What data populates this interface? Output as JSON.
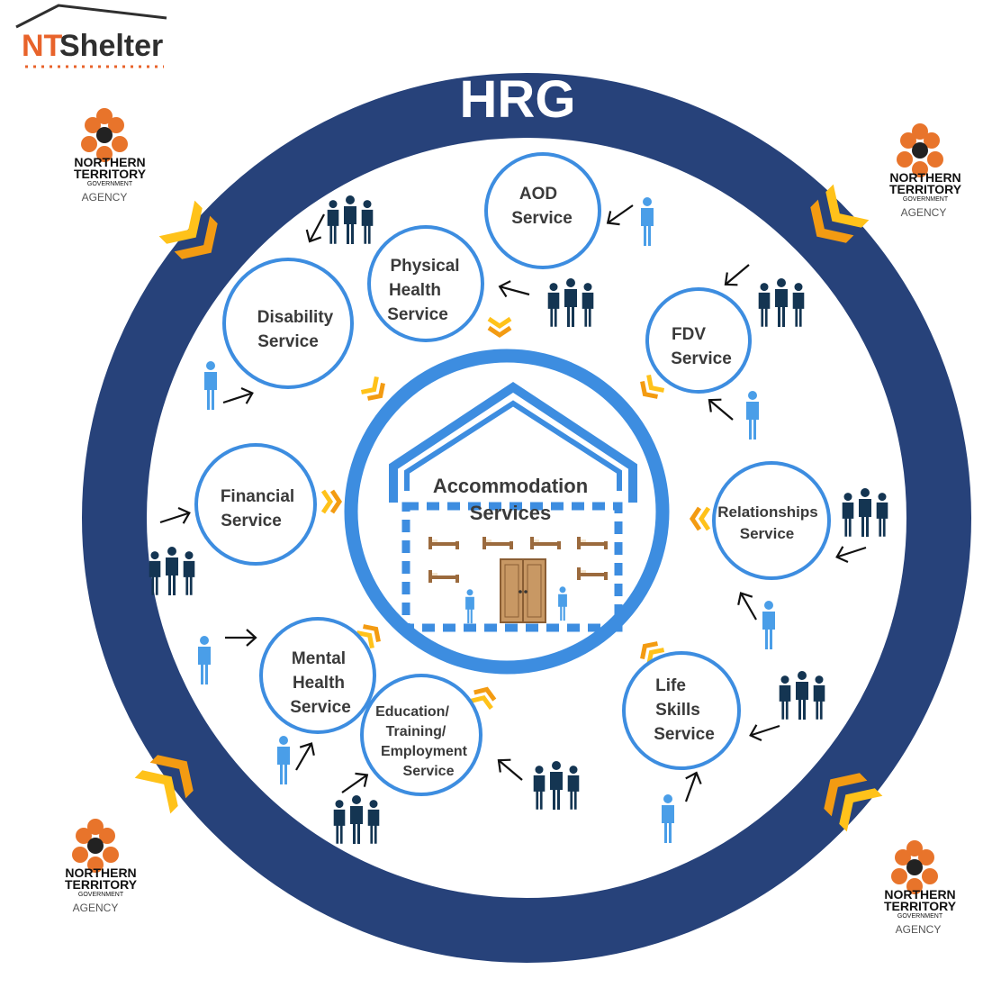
{
  "logo": {
    "prefix": "NT",
    "suffix": "Shelter",
    "prefix_color": "#e8632b",
    "suffix_color": "#2f2f2f"
  },
  "ring": {
    "label": "HRG",
    "color": "#27427a"
  },
  "center": {
    "line1": "Accommodation",
    "line2": "Services",
    "color": "#4a9ee8"
  },
  "agency": {
    "line1": "NORTHERN",
    "line2": "TERRITORY",
    "line3": "GOVERNMENT",
    "line4": "AGENCY",
    "flower_color": "#e8742b"
  },
  "services": {
    "aod": {
      "line1": "AOD",
      "line2": "Service"
    },
    "physical": {
      "line1": "Physical",
      "line2": "Health",
      "line3": "Service"
    },
    "disability": {
      "line1": "Disability",
      "line2": "Service"
    },
    "fdv": {
      "line1": "FDV",
      "line2": "Service"
    },
    "financial": {
      "line1": "Financial",
      "line2": "Service"
    },
    "relationships": {
      "line1": "Relationships",
      "line2": "Service"
    },
    "mental": {
      "line1": "Mental",
      "line2": "Health",
      "line3": "Service"
    },
    "education": {
      "line1": "Education/",
      "line2": "Training/",
      "line3": "Employment",
      "line4": "Service"
    },
    "life": {
      "line1": "Life",
      "line2": "Skills",
      "line3": "Service"
    }
  },
  "colors": {
    "ring": "#27427a",
    "service_stroke": "#3d8de0",
    "chevron_light": "#ffc21a",
    "chevron_dark": "#f39b12",
    "person_light": "#4a9ee8",
    "person_dark": "#143552",
    "bed": "#9b6a3d",
    "wardrobe": "#c89864"
  }
}
